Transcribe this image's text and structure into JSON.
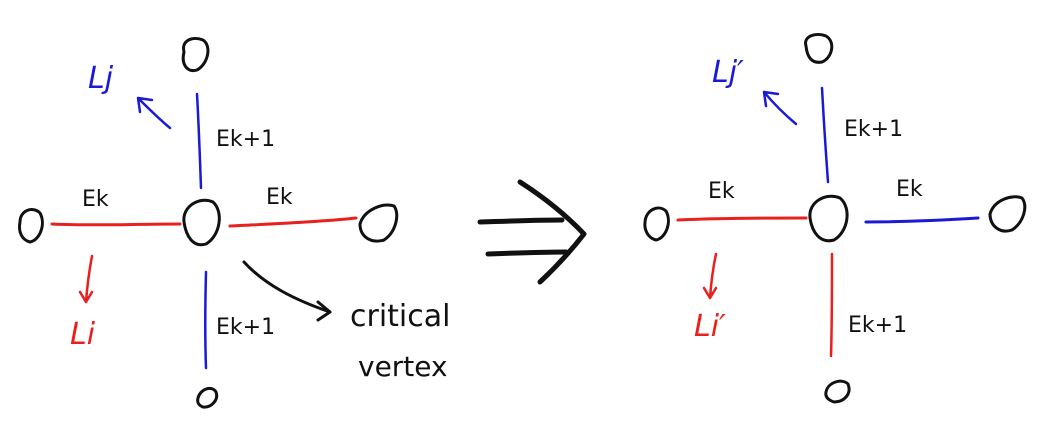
{
  "colors": {
    "ink": "#111111",
    "red": "#e8201e",
    "blue": "#1a1ad6",
    "background": "#ffffff"
  },
  "left": {
    "label_Lj": "Lj",
    "label_Li": "Li",
    "label_top_edge": "Ek+1",
    "label_bottom_edge": "Ek+1",
    "label_left_edge": "Ek",
    "label_right_edge": "Ek",
    "annotation_line1": "critical",
    "annotation_line2": "vertex"
  },
  "right": {
    "label_Lj": "Lj′",
    "label_Li": "Li′",
    "label_top_edge": "Ek+1",
    "label_bottom_edge": "Ek+1",
    "label_left_edge": "Ek",
    "label_right_edge": "Ek"
  },
  "implies_symbol": "⟹"
}
